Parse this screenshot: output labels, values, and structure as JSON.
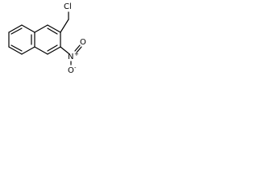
{
  "molecule": {
    "labels": {
      "chlorine": "Cl",
      "nitro_nitrogen": "N",
      "nitro_charge_plus": "+",
      "nitro_oxygen_top": "O",
      "nitro_oxygen_bottom": "O",
      "nitro_charge_minus": "-"
    }
  }
}
